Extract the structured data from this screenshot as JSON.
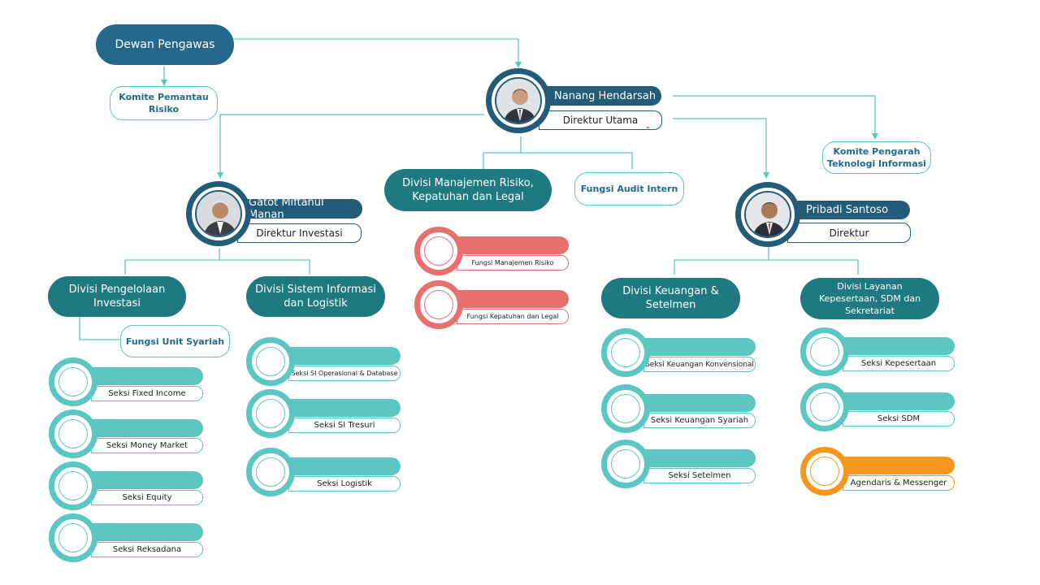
{
  "board": {
    "label": "Dewan Pengawas"
  },
  "committees": {
    "risk": "Komite Pemantau Risiko",
    "it": "Komite Pengarah Teknologi Informasi"
  },
  "ceo": {
    "name": "Nanang Hendarsah",
    "title": "Direktur Utama"
  },
  "directors": [
    {
      "name": "Gatot Miftahul Manan",
      "title": "Direktur Investasi"
    },
    {
      "name": "Pribadi Santoso",
      "title": "Direktur"
    }
  ],
  "ceo_units": {
    "risk_division": "Divisi Manajemen Risiko, Kepatuhan dan Legal",
    "audit": "Fungsi Audit Intern",
    "risk_sections": [
      "Fungsi Manajemen Risiko",
      "Fungsi Kepatuhan dan Legal"
    ]
  },
  "investasi": {
    "div_pengelolaan": "Divisi Pengelolaan Investasi",
    "fungsi_syariah": "Fungsi Unit Syariah",
    "pengelolaan_sections": [
      "Seksi Fixed Income",
      "Seksi Money Market",
      "Seksi Equity",
      "Seksi Reksadana"
    ],
    "div_si": "Divisi Sistem Informasi dan Logistik",
    "si_sections": [
      "Seksi SI Operasional & Database",
      "Seksi SI Tresuri",
      "Seksi Logistik"
    ]
  },
  "direktur": {
    "div_keuangan": "Divisi Keuangan & Setelmen",
    "keuangan_sections": [
      "Seksi Keuangan Konvensional",
      "Seksi Keuangan Syariah",
      "Seksi Setelmen"
    ],
    "div_layanan": "Divisi Layanan Kepesertaan, SDM dan Sekretariat",
    "layanan_sections": [
      "Seksi Kepesertaan",
      "Seksi SDM",
      "Agendaris & Messenger"
    ]
  },
  "colors": {
    "navy": "#225c78",
    "teal": "#5cc6c3",
    "dark_teal": "#1e7a80",
    "red": "#e7706e",
    "orange": "#f5961e"
  }
}
